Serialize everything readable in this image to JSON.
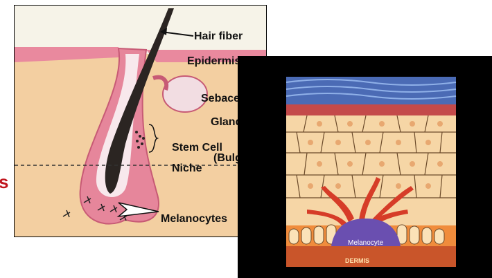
{
  "hair_diagram": {
    "labels": {
      "hair_fiber": "Hair fiber",
      "epidermis": "Epidermis",
      "sebaceous_line1": "Sebaceous",
      "sebaceous_line2": "Gland",
      "stem_cell_line1": "Stem Cell",
      "stem_cell_line2": "Niche",
      "bulge": "(Bulge)",
      "melanocytes": "Melanocytes"
    }
  },
  "skin_diagram": {
    "labels": {
      "melanocyte": "Melanocyte",
      "dermis": "DERMIS"
    }
  },
  "edge_text": "s",
  "colors": {
    "skin_pink": "#e98aa0",
    "dermis_tan": "#f2cfa0",
    "label_red": "#c0141c",
    "melanocyte_red": "#d63c28"
  }
}
